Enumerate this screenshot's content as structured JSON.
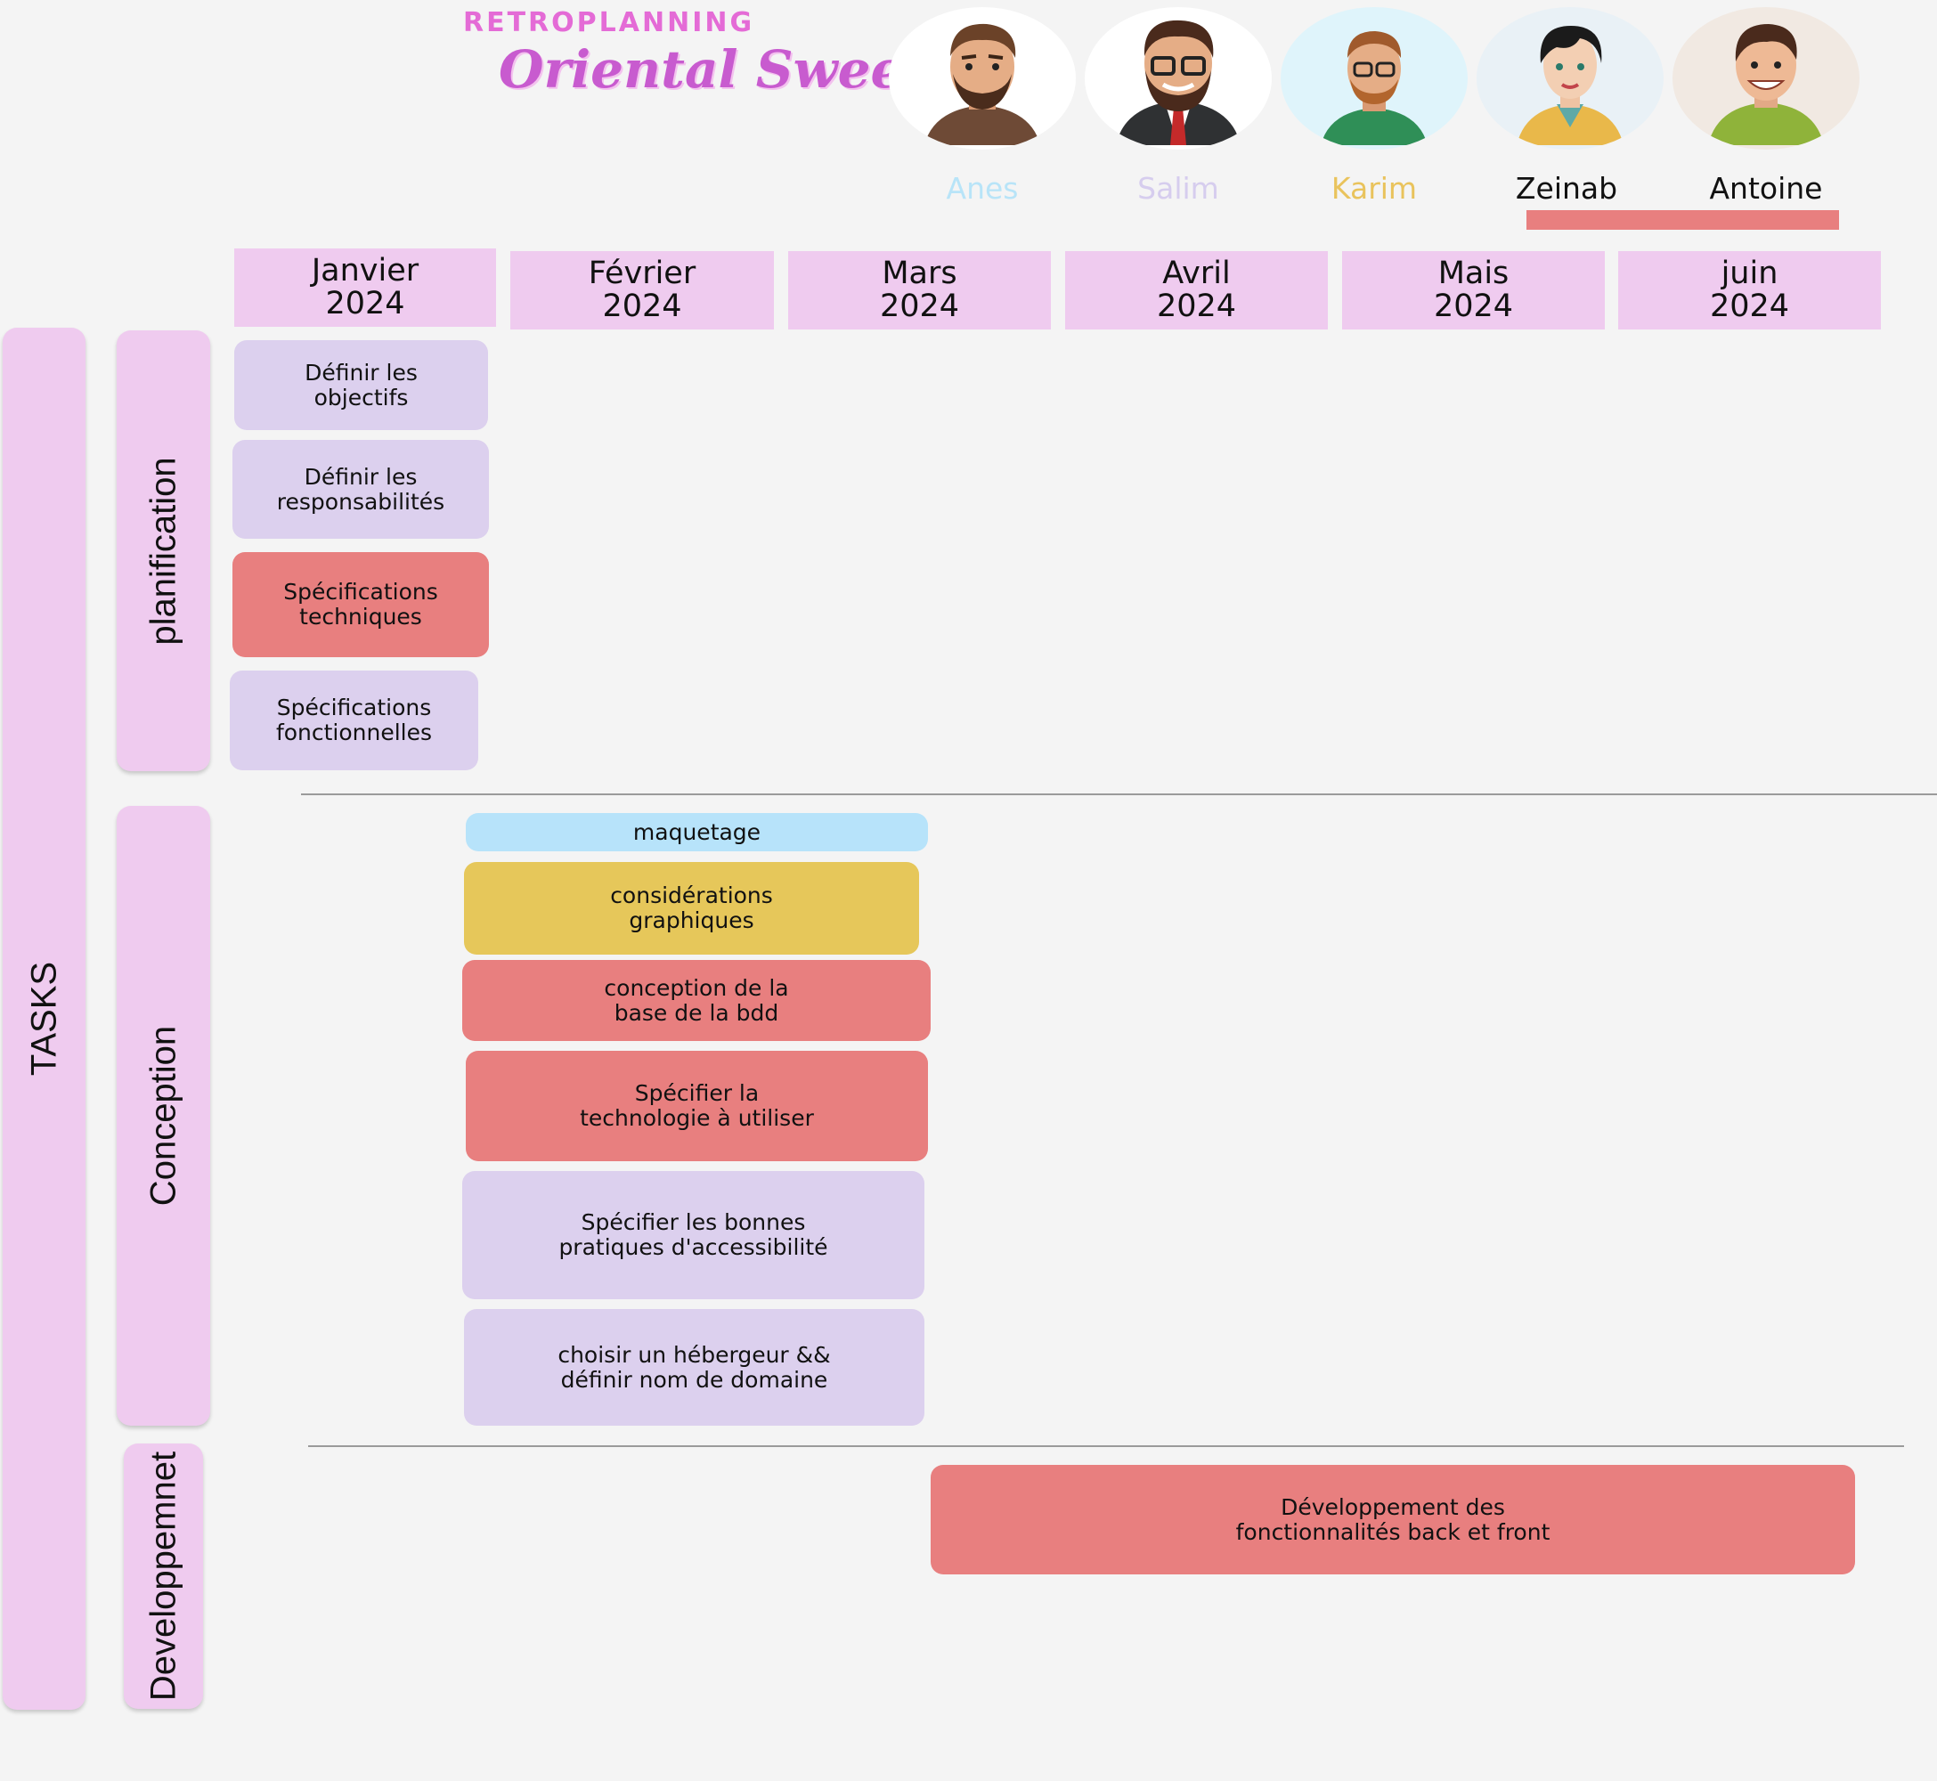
{
  "header": {
    "kicker": "RETROPLANNING",
    "project": "Oriental Sweets"
  },
  "team": [
    {
      "name": "Anes",
      "color": "#b8e4f8",
      "icon": "avatar-bearded-man-icon"
    },
    {
      "name": "Salim",
      "color": "#d6cdee",
      "icon": "avatar-businessman-glasses-icon"
    },
    {
      "name": "Karim",
      "color": "#e9c35c",
      "icon": "avatar-man-glasses-icon"
    },
    {
      "name": "Zeinab",
      "color": "#111111",
      "icon": "avatar-woman-icon"
    },
    {
      "name": "Antoine",
      "color": "#111111",
      "icon": "avatar-smiling-man-icon"
    }
  ],
  "legend": {
    "color": "#e87f7f"
  },
  "months": [
    {
      "name": "Janvier",
      "year": "2024"
    },
    {
      "name": "Février",
      "year": "2024"
    },
    {
      "name": "Mars",
      "year": "2024"
    },
    {
      "name": "Avril",
      "year": "2024"
    },
    {
      "name": "Mais",
      "year": "2024"
    },
    {
      "name": "juin",
      "year": "2024"
    }
  ],
  "axis_label": "TASKS",
  "phases": [
    {
      "name": "planification",
      "tasks": [
        {
          "label": "Définir les\n objectifs",
          "color": "#dcd0ee"
        },
        {
          "label": "Définir les\n responsabilités",
          "color": "#dcd0ee"
        },
        {
          "label": "Spécifications\n techniques",
          "color": "#e87f7f"
        },
        {
          "label": "Spécifications\n fonctionnelles",
          "color": "#dcd0ee"
        }
      ]
    },
    {
      "name": "Conception",
      "tasks": [
        {
          "label": "maquetage",
          "color": "#b7e3fa"
        },
        {
          "label": "considérations\n graphiques",
          "color": "#e6c75a"
        },
        {
          "label": "conception de la\n base de  la bdd",
          "color": "#e87f7f"
        },
        {
          "label": "Spécifier la\n technologie à utiliser",
          "color": "#e87f7f"
        },
        {
          "label": "Spécifier les  bonnes\n pratiques d'accessibilité",
          "color": "#dcd0ee"
        },
        {
          "label": "choisir un hébergeur &&\n définir nom de domaine",
          "color": "#dcd0ee"
        }
      ]
    },
    {
      "name": "Developpemnet",
      "tasks": [
        {
          "label": "Développement des\n fonctionnalités  back et front",
          "color": "#e87f7f"
        }
      ]
    }
  ]
}
